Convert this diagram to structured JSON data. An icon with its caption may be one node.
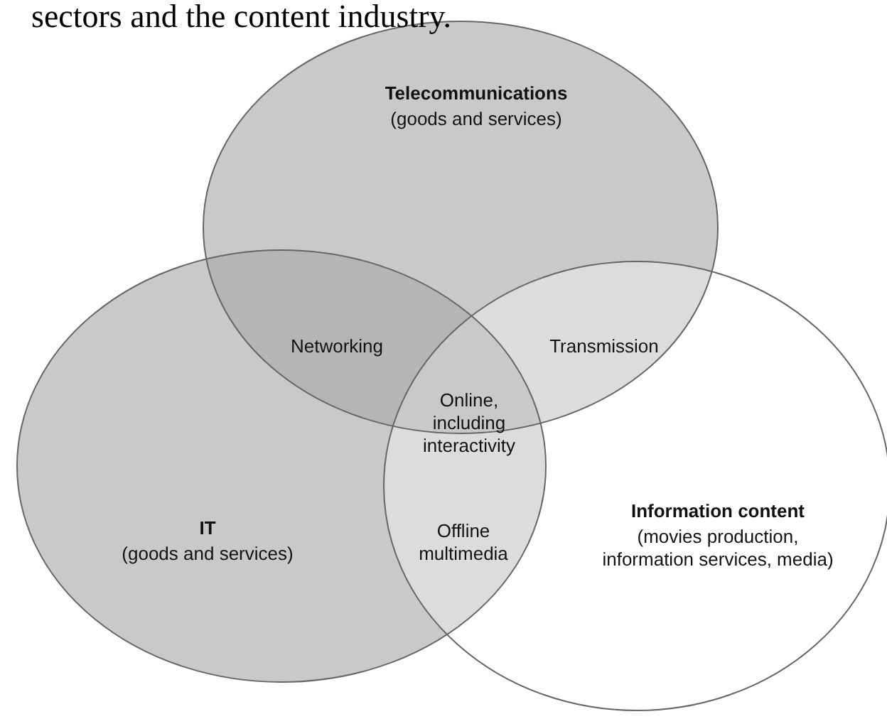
{
  "diagram": {
    "caption": "sectors and the content industry.",
    "nodes": [
      {
        "text": [
          "Telecommunications",
          "(goods and services)"
        ]
      },
      {
        "text": [
          "IT",
          "(goods and services)"
        ]
      },
      {
        "text": [
          "Information content",
          "(movies production, information services, media)"
        ]
      }
    ],
    "labels": [
      "Networking",
      "Transmission",
      "Online, including interactivity",
      "Offline multimedia"
    ]
  }
}
